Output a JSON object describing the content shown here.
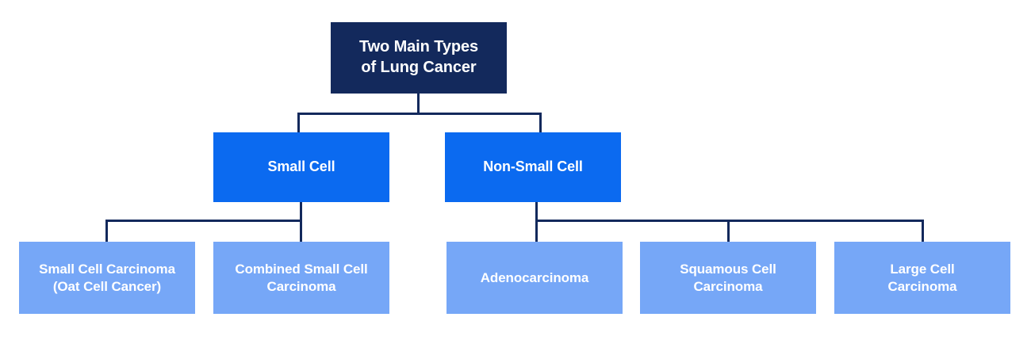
{
  "diagram": {
    "title": "Two Main Types of Lung Cancer",
    "colors": {
      "root_fill": "#13295c",
      "level2_fill": "#0b6af0",
      "level3_fill": "#76a7f7",
      "connector": "#13295c",
      "text": "#ffffff",
      "background": "#ffffff"
    },
    "root": {
      "label": "Two Main Types\nof Lung Cancer"
    },
    "level2": [
      {
        "label": "Small Cell"
      },
      {
        "label": "Non-Small Cell"
      }
    ],
    "level3": [
      {
        "label": "Small Cell Carcinoma\n(Oat Cell Cancer)"
      },
      {
        "label": "Combined Small Cell\nCarcinoma"
      },
      {
        "label": "Adenocarcinoma"
      },
      {
        "label": "Squamous Cell\nCarcinoma"
      },
      {
        "label": "Large Cell\nCarcinoma"
      }
    ]
  }
}
